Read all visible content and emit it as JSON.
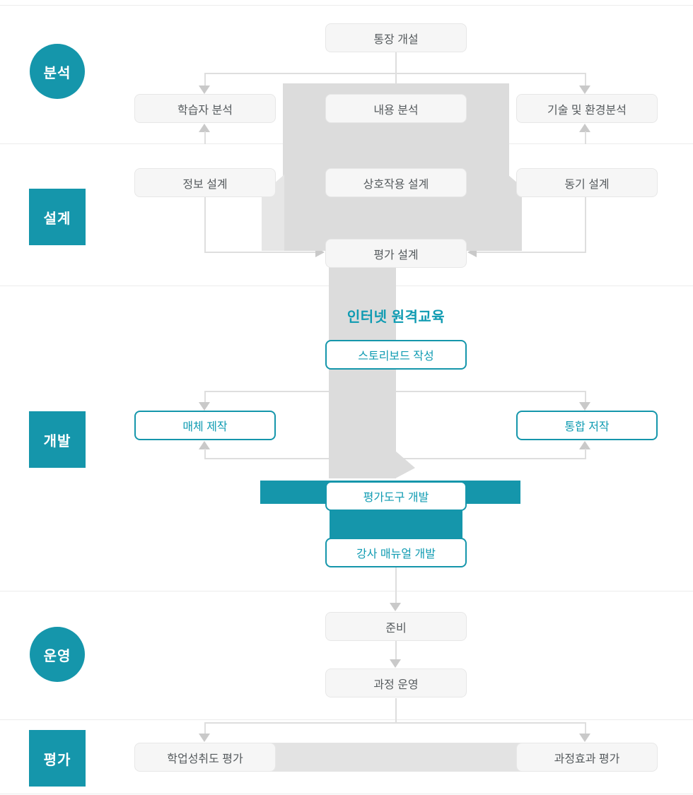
{
  "palette": {
    "teal": "#1596ab",
    "teal_text": "#0f9bb2",
    "box_bg": "#f6f6f6",
    "box_border": "#e7e7e7",
    "box_text": "#565b5e",
    "gray_shape": "#dcdcdc",
    "gray_shape_light": "#e6e6e6",
    "band_gray": "#e3e3e3",
    "line": "#dedede",
    "arrow": "#c9c9c9",
    "divider": "#ececec"
  },
  "stages": [
    {
      "label": "분석",
      "shape": "circle"
    },
    {
      "label": "설계",
      "shape": "square"
    },
    {
      "label": "개발",
      "shape": "square"
    },
    {
      "label": "운영",
      "shape": "circle"
    },
    {
      "label": "평가",
      "shape": "square"
    }
  ],
  "heading": {
    "internet_label": "인터넷 원격교육"
  },
  "boxes": {
    "account_open": "통장 개설",
    "learner_analysis": "학습자 분석",
    "content_analysis": "내용 분석",
    "tech_env_analysis": "기술 및 환경분석",
    "info_design": "정보 설계",
    "interaction_design": "상호작용 설계",
    "motivation_design": "동기 설계",
    "evaluation_design": "평가 설계",
    "storyboard": "스토리보드 작성",
    "media_production": "매체 제작",
    "integrated_authoring": "통합 저작",
    "evaluation_tool_dev": "평가도구 개발",
    "instructor_manual_dev": "강사 매뉴얼 개발",
    "preparation": "준비",
    "course_operation": "과정 운영",
    "achievement_evaluation": "학업성취도 평가",
    "course_effect_evaluation": "과정효과 평가"
  }
}
